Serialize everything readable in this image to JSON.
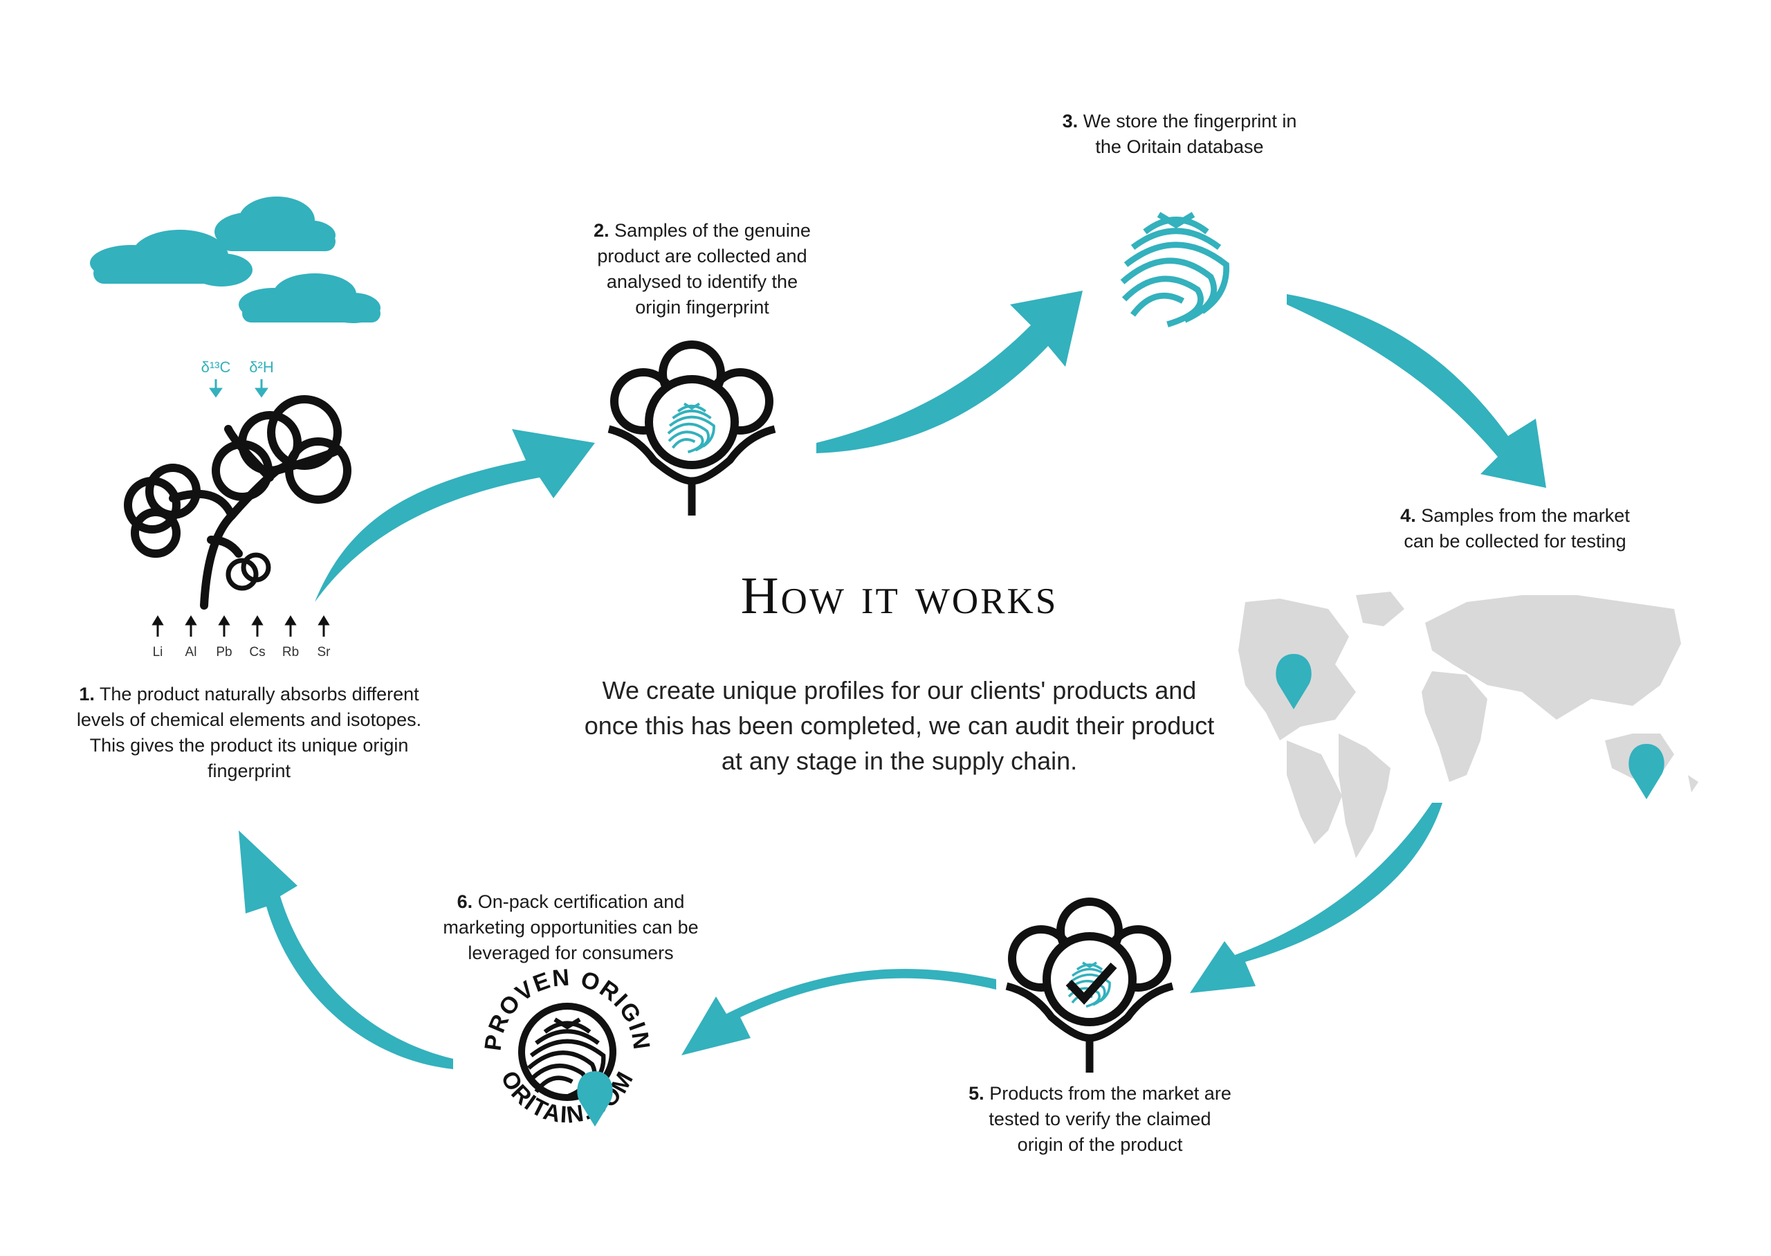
{
  "title": "How it works",
  "intro": "We create unique profiles for our clients' products and once this has been completed, we can audit their product at any stage in the supply chain.",
  "colors": {
    "accent": "#33b1bd",
    "ink": "#111111",
    "map": "#d9d9d9"
  },
  "steps": [
    {
      "num": "1.",
      "text": "The product naturally absorbs different levels of chemical elements and isotopes. This gives the product its unique origin fingerprint"
    },
    {
      "num": "2.",
      "text": "Samples of the genuine product are collected and analysed to identify the origin fingerprint"
    },
    {
      "num": "3.",
      "text": "We store the fingerprint in the Oritain database"
    },
    {
      "num": "4.",
      "text": "Samples from the market can be collected for testing"
    },
    {
      "num": "5.",
      "text": "Products from the market are tested to verify the claimed origin of the product"
    },
    {
      "num": "6.",
      "text": "On-pack certification and marketing opportunities can be leveraged for consumers"
    }
  ],
  "isotopes": [
    "δ¹³C",
    "δ²H"
  ],
  "elements": [
    "Li",
    "Al",
    "Pb",
    "Cs",
    "Rb",
    "Sr"
  ],
  "seal": {
    "top": "PROVEN ORIGIN",
    "bottom": "ORITAIN.COM"
  }
}
